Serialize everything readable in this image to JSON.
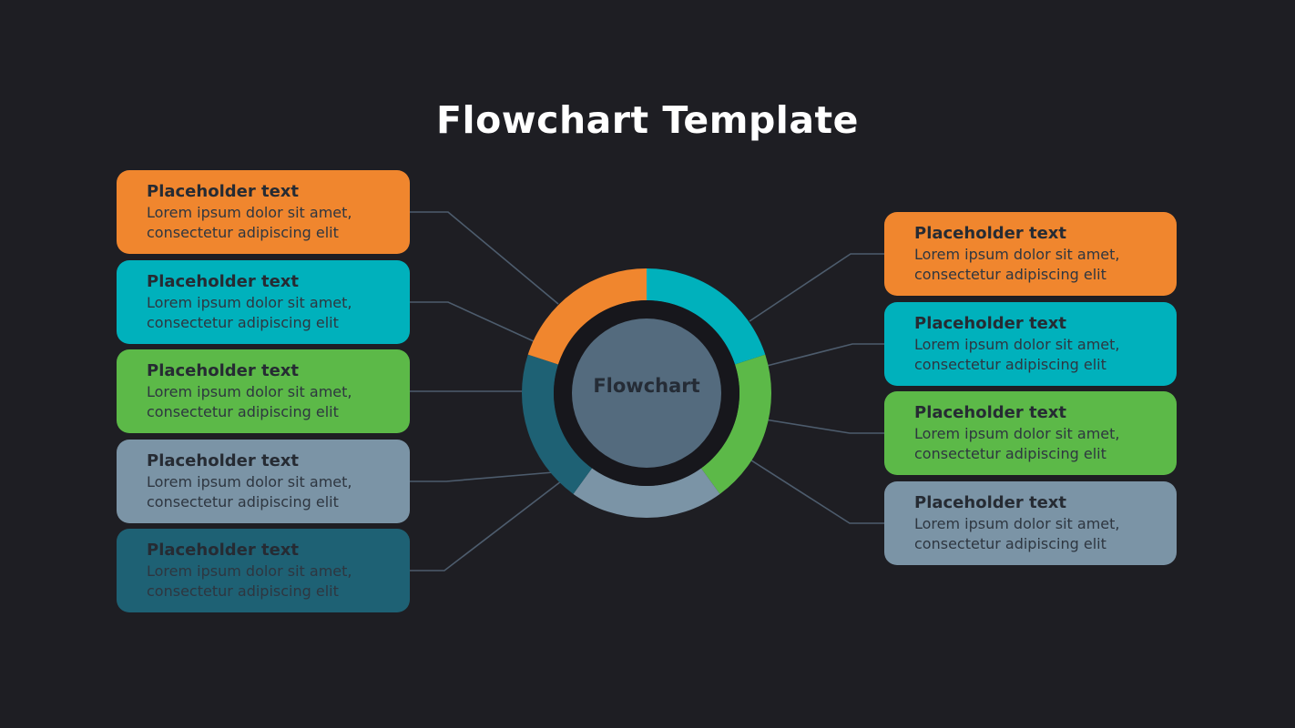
{
  "slide": {
    "title": "Flowchart Template",
    "background": "#1e1e23"
  },
  "donut": {
    "label": "Flowchart",
    "gap_color": "#17171c",
    "inner_color": "#546b7e",
    "segments": [
      {
        "name": "teal",
        "color": "#00b1bc",
        "start": 0,
        "end": 72
      },
      {
        "name": "green",
        "color": "#5cb948",
        "start": 72,
        "end": 144
      },
      {
        "name": "slate",
        "color": "#7b94a6",
        "start": 144,
        "end": 216
      },
      {
        "name": "dark-teal",
        "color": "#1e6174",
        "start": 216,
        "end": 288
      },
      {
        "name": "orange",
        "color": "#f0862e",
        "start": 288,
        "end": 360
      }
    ]
  },
  "connectors": {
    "color": "#56677a"
  },
  "boxes": {
    "left": [
      {
        "color": "#f0862e",
        "title": "Placeholder text",
        "body_line1": "Lorem ipsum dolor sit amet,",
        "body_line2": "consectetur adipiscing elit"
      },
      {
        "color": "#00b1bc",
        "title": "Placeholder text",
        "body_line1": "Lorem ipsum dolor sit amet,",
        "body_line2": "consectetur adipiscing elit"
      },
      {
        "color": "#5cb948",
        "title": "Placeholder text",
        "body_line1": "Lorem ipsum dolor sit amet,",
        "body_line2": "consectetur adipiscing elit"
      },
      {
        "color": "#7b94a6",
        "title": "Placeholder text",
        "body_line1": "Lorem ipsum dolor sit amet,",
        "body_line2": "consectetur adipiscing elit"
      },
      {
        "color": "#1e6174",
        "title": "Placeholder text",
        "body_line1": "Lorem ipsum dolor sit amet,",
        "body_line2": "consectetur adipiscing elit"
      }
    ],
    "right": [
      {
        "color": "#f0862e",
        "title": "Placeholder text",
        "body_line1": "Lorem ipsum dolor sit amet,",
        "body_line2": "consectetur adipiscing elit"
      },
      {
        "color": "#00b1bc",
        "title": "Placeholder text",
        "body_line1": "Lorem ipsum dolor sit amet,",
        "body_line2": "consectetur adipiscing elit"
      },
      {
        "color": "#5cb948",
        "title": "Placeholder text",
        "body_line1": "Lorem ipsum dolor sit amet,",
        "body_line2": "consectetur adipiscing elit"
      },
      {
        "color": "#7b94a6",
        "title": "Placeholder text",
        "body_line1": "Lorem ipsum dolor sit amet,",
        "body_line2": "consectetur adipiscing elit"
      }
    ]
  }
}
